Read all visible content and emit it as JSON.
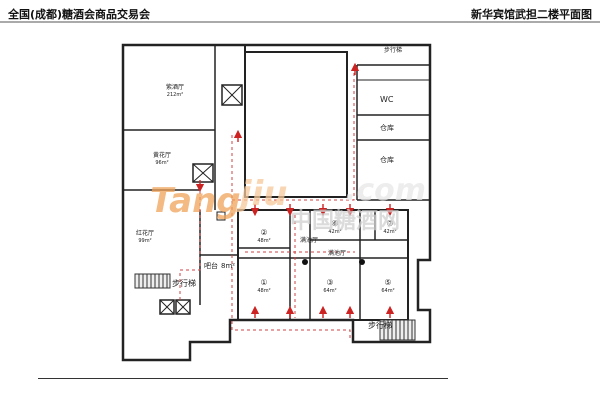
{
  "header": {
    "left_title": "全国(成都)糖酒会商品交易会",
    "right_title": "新华宾馆武担二楼平面图"
  },
  "rooms": {
    "ziyun": {
      "name": "紫酒厅",
      "area": "212m²"
    },
    "huanghua": {
      "name": "黄花厅",
      "area": "96m²"
    },
    "honghua": {
      "name": "红花厅",
      "area": "99m²"
    },
    "bar": {
      "name": "吧台",
      "area": "8m²"
    },
    "wc": {
      "name": "WC"
    },
    "store1": {
      "name": "仓库"
    },
    "store2": {
      "name": "仓库"
    },
    "stairs_top": {
      "name": "步行梯"
    },
    "stairs_left": {
      "name": "步行梯"
    },
    "stairs_bottom": {
      "name": "步行梯"
    },
    "pool_v": {
      "name": "满池厅"
    },
    "pool_h": {
      "name": "满池厅"
    },
    "r1": {
      "num": "①",
      "area": "48m²"
    },
    "r2": {
      "num": "②",
      "area": "48m²"
    },
    "r3": {
      "num": "③",
      "area": "64m²"
    },
    "r5": {
      "num": "⑤",
      "area": "64m²"
    },
    "r6": {
      "num": "⑥",
      "area": "42m²"
    },
    "r7": {
      "num": "⑦",
      "area": "42m²"
    }
  },
  "watermark": {
    "brand1": "Tang",
    "brand2": "jiu",
    "dotcom": ".com",
    "cn": "中国糖酒网"
  },
  "colors": {
    "wall": "#222222",
    "dashed_route": "#d23b3b",
    "watermark_orange": "#f0a35a"
  }
}
